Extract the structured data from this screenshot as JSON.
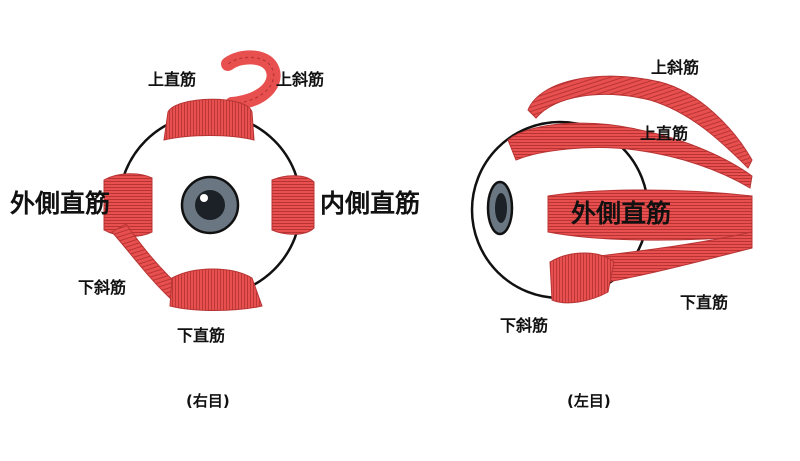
{
  "right_eye": {
    "caption": "(右目)",
    "labels": {
      "superior_rectus": "上直筋",
      "superior_oblique": "上斜筋",
      "lateral_rectus": "外側直筋",
      "medial_rectus": "内側直筋",
      "inferior_oblique": "下斜筋",
      "inferior_rectus": "下直筋"
    }
  },
  "left_eye": {
    "caption": "(左目)",
    "labels": {
      "superior_oblique": "上斜筋",
      "superior_rectus": "上直筋",
      "lateral_rectus": "外側直筋",
      "inferior_rectus": "下直筋",
      "inferior_oblique": "下斜筋"
    }
  },
  "colors": {
    "muscle": "#e8504f",
    "muscle_dark": "#b83434",
    "muscle_light": "#f3a3a2",
    "outline": "#111111",
    "iris": "#6a7782",
    "pupil": "#1b2126"
  }
}
